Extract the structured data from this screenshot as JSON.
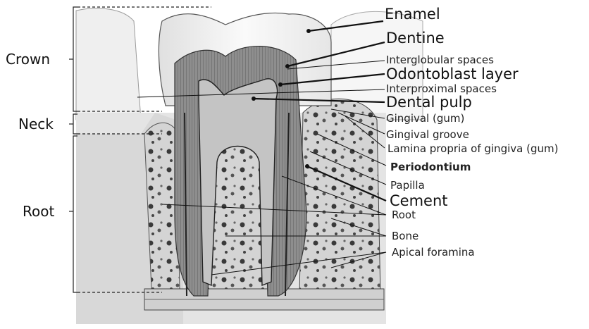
{
  "regions": {
    "crown": "Crown",
    "neck": "Neck",
    "root": "Root"
  },
  "labels": {
    "enamel": "Enamel",
    "dentine": "Dentine",
    "interglobular_spaces": "Interglobular spaces",
    "odontoblast_layer": "Odontoblast layer",
    "interproximal_spaces": "Interproximal spaces",
    "dental_pulp": "Dental pulp",
    "gingival_gum": "Gingival (gum)",
    "gingival_groove": "Gingival groove",
    "lamina_propria": "Lamina propria of gingiva (gum)",
    "periodontium": "Periodontium",
    "papilla": "Papilla",
    "cement": "Cement",
    "root": "Root",
    "bone": "Bone",
    "apical_foramina": "Apical foramina"
  },
  "colors": {
    "ink": "#111111",
    "dentine": "#8a8a8a",
    "enamel": "#f4f4f4",
    "bone": "#c9c9c9",
    "gum": "#d9d9d9"
  }
}
